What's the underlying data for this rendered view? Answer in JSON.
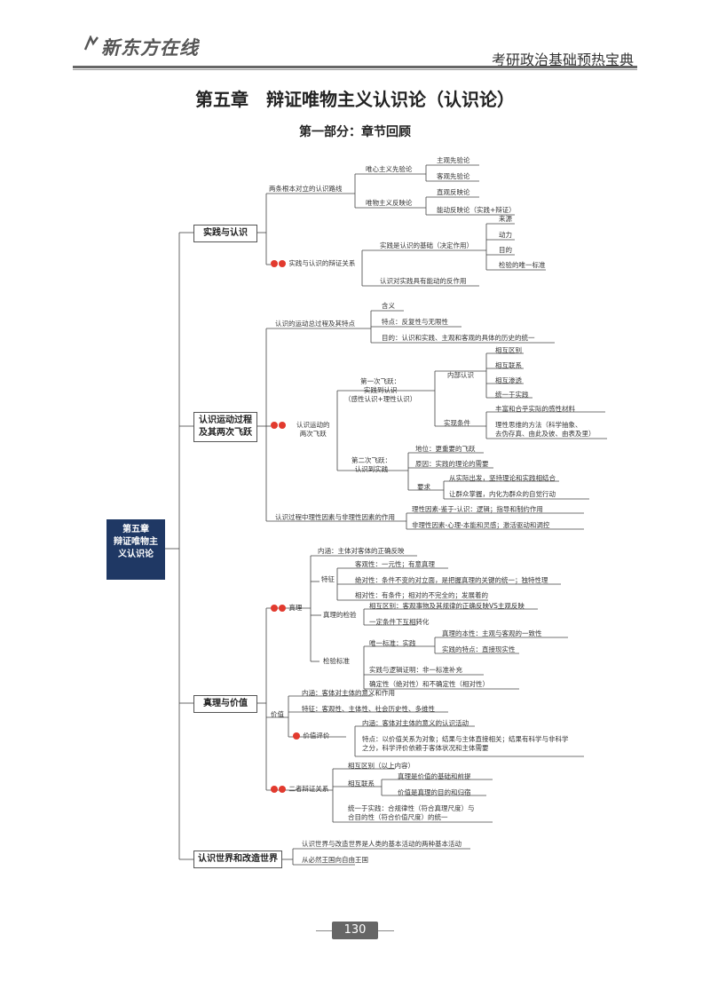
{
  "header": {
    "logo": "新东方在线",
    "book_title": "考研政治基础预热宝典"
  },
  "title": "第五章　辩证唯物主义认识论（认识论）",
  "subtitle": "第一部分：章节回顾",
  "root": "第五章\n辩证唯物主义认识论",
  "root_lines": [
    "第五章",
    "辩证唯物主",
    "义认识论"
  ],
  "branches": {
    "b1": {
      "label": "实践与认识",
      "a": "两条根本对立的认识路线",
      "a1": "唯心主义先验论",
      "a1a": "主观先验论",
      "a1b": "客观先验论",
      "a2": "唯物主义反映论",
      "a2a": "直观反映论",
      "a2b": "能动反映论（实践+辩证）",
      "b": "实践与认识的辩证关系",
      "b1": "实践是认识的基础（决定作用）",
      "b1a": "来源",
      "b1b": "动力",
      "b1c": "目的",
      "b1d": "检验的唯一标准",
      "b2": "认识对实践具有能动的反作用"
    },
    "b2": {
      "label1": "认识运动过程",
      "label2": "及其两次飞跃",
      "a": "认识的运动总过程及其特点",
      "a1": "含义",
      "a2": "特点：反复性与无限性",
      "a3": "目的：认识和实践、主观和客观的具体的历史的统一",
      "b": "认识运动的",
      "b_2": "两次飞跃",
      "b1a": "第一次飞跃：",
      "b1b": "实践到认识",
      "b1c": "（感性认识+理性认识）",
      "b1x": "内部认识",
      "b1x1": "相互区别",
      "b1x2": "相互联系",
      "b1x3": "相互渗透",
      "b1x4": "统一于实践",
      "b1y": "实现条件",
      "b1y1": "丰富和合乎实际的感性材料",
      "b1y2a": "理性思维的方法（科学抽象、",
      "b1y2b": "去伪存真、由此及彼、由表及里）",
      "b2a": "第二次飞跃：",
      "b2b": "认识到实践",
      "b2x1": "地位：更重要的飞跃",
      "b2x2": "原因：实践的理论的需要",
      "b2y": "要求",
      "b2y1": "从实际出发，坚持理论和实践相结合",
      "b2y2": "让群众掌握，内化为群众的自觉行动",
      "c": "认识过程中理性因素与非理性因素的作用",
      "c1": "理性因素-鉴于-认识：逻辑；指导和制约作用",
      "c2": "非理性因素-心理-本能和灵感；激活驱动和调控"
    },
    "b3": {
      "label": "真理与价值",
      "a": "真理",
      "a1": "内涵：主体对客体的正确反映",
      "a2": "特征",
      "a2a": "客观性：一元性；有意真理",
      "a2b": "绝对性：条件不变的对立面，是把握真理的关键的统一；独特性理",
      "a2c": "相对性：有条件；相对的不完全的；发展着的",
      "a3": "真理的检验",
      "a3a": "相互区别：客观事物及其规律的正确反映VS主观反映",
      "a3b": "一定条件下互相转化",
      "a4": "检验标准",
      "a4a": "唯一标准：实践",
      "a4a1": "真理的本性：主观与客观的一致性",
      "a4a2": "实践的特点：直接现实性",
      "a4b": "实践与逻辑证明：非一标准补充",
      "a4c": "确定性（绝对性）和不确定性（相对性）",
      "b": "价值",
      "b1": "内涵：客体对主体的意义和作用",
      "b2": "特征：客观性、主体性、社会历史性、多维性",
      "b3": "价值评价",
      "b3a": "内涵：客体对主体的意义的认识活动",
      "b3b1": "特点：以价值关系为对象；结果与主体直接相关；结果有科学与非科学",
      "b3b2": "之分，科学评价依赖于客体状况和主体需要",
      "c": "二者辩证关系",
      "c1": "相互区别（以上内容）",
      "c2": "相互联系",
      "c2a": "真理是价值的基础和前提",
      "c2b": "价值是真理的目的和归宿",
      "c3a": "统一于实践：合规律性（符合真理尺度）与",
      "c3b": "合目的性（符合价值尺度）的统一"
    },
    "b4": {
      "label": "认识世界和改造世界",
      "a": "认识世界与改造世界是人类的基本活动的两种基本活动",
      "b": "从必然王国向自由王国"
    }
  },
  "page_number": "130",
  "colors": {
    "root_bg": "#1f3864",
    "star": "#e23a2e"
  },
  "icons": [
    "importance-star-icon"
  ]
}
